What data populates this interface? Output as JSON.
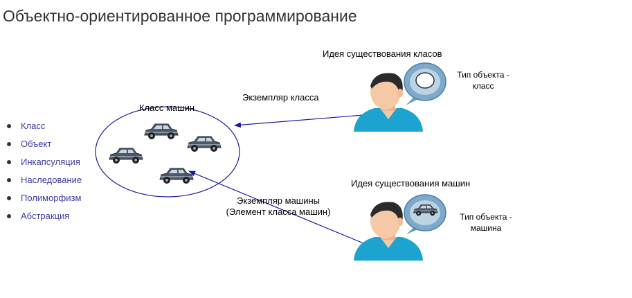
{
  "page": {
    "title": "Объектно-ориентированное программирование"
  },
  "topics": [
    {
      "label": "Класс"
    },
    {
      "label": "Объект"
    },
    {
      "label": "Инкапсуляция"
    },
    {
      "label": "Наследование"
    },
    {
      "label": "Полиморфизм"
    },
    {
      "label": "Абстракция"
    }
  ],
  "diagram": {
    "class_set_label": "Класс машин",
    "idea_classes_label": "Идея существования класов",
    "type_class_line1": "Тип объекта -",
    "type_class_line2": "класс",
    "class_instance_label": "Экземпляр класса",
    "idea_cars_label": "Идея существования машин",
    "car_instance_line1": "Экземпляр машины",
    "car_instance_line2": "(Элемент класса машин)",
    "type_car_line1": "Тип объекта -",
    "type_car_line2": "машина"
  },
  "colors": {
    "link": "#3b3ba6",
    "arrow": "#1a1aa0",
    "ellipse": "#1a1a8c",
    "shirt": "#1ca3cf",
    "skin": "#f6c9a6",
    "hair": "#2b2b2b",
    "bubble": "#4a7fa8"
  }
}
